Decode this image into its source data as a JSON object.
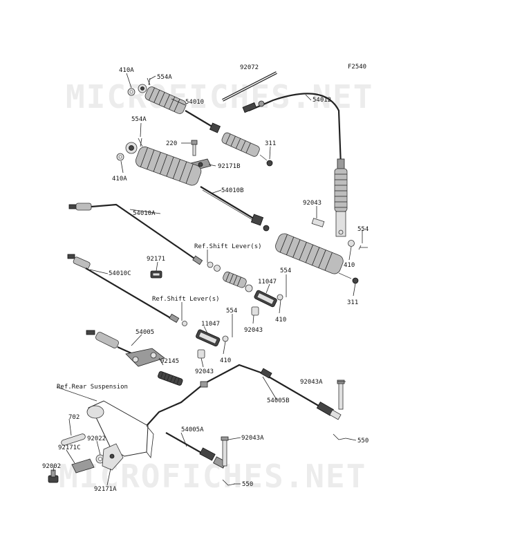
{
  "figure_code": "F2540",
  "watermark": "MICROFICHES.NET",
  "labels": {
    "l410A_1": "410A",
    "l554A_1": "554A",
    "l92072": "92072",
    "l54010": "54010",
    "l54012": "54012",
    "l554A_2": "554A",
    "l220": "220",
    "l311_1": "311",
    "l410A_2": "410A",
    "l92171B": "92171B",
    "l54010B": "54010B",
    "l92043_1": "92043",
    "l54010A": "54010A",
    "l554_1": "554",
    "ref_shift_1": "Ref.Shift Lever(s)",
    "l410_1": "410",
    "l92171": "92171",
    "l54010C": "54010C",
    "l554_2": "554",
    "l11047_1": "11047",
    "l311_2": "311",
    "ref_shift_2": "Ref.Shift Lever(s)",
    "l410_2": "410",
    "l92043_2": "92043",
    "l554_3": "554",
    "l11047_2": "11047",
    "l54005": "54005",
    "l410_3": "410",
    "l92145": "92145",
    "l92043_3": "92043",
    "l92043A_1": "92043A",
    "ref_rear": "Ref.Rear Suspension",
    "l54005B": "54005B",
    "l702": "702",
    "l54005A": "54005A",
    "l92171C": "92171C",
    "l92022": "92022",
    "l92043A_2": "92043A",
    "l550_1": "550",
    "l92002": "92002",
    "l550_2": "550",
    "l92171A": "92171A"
  }
}
